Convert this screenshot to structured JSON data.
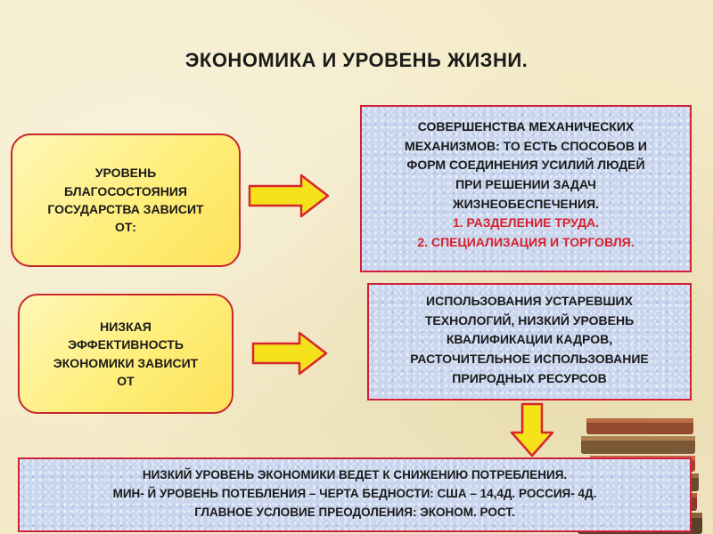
{
  "title": "ЭКОНОМИКА И  УРОВЕНЬ  ЖИЗНИ.",
  "left_top": {
    "lines": [
      "УРОВЕНЬ",
      "БЛАГОСОСТОЯНИЯ",
      "ГОСУДАРСТВА  ЗАВИСИТ",
      "ОТ:"
    ]
  },
  "left_bottom": {
    "lines": [
      "НИЗКАЯ",
      "ЭФФЕКТИВНОСТЬ",
      "ЭКОНОМИКИ ЗАВИСИТ",
      "ОТ"
    ]
  },
  "right_top": {
    "lines": [
      "СОВЕРШЕНСТВА  МЕХАНИЧЕСКИХ",
      "МЕХАНИЗМОВ: ТО ЕСТЬ   СПОСОБОВ И",
      "ФОРМ СОЕДИНЕНИЯ  УСИЛИЙ  ЛЮДЕЙ",
      "ПРИ РЕШЕНИИ ЗАДАЧ",
      "ЖИЗНЕОБЕСПЕЧЕНИЯ."
    ],
    "list": [
      "1.    РАЗДЕЛЕНИЕ ТРУДА.",
      "2.    СПЕЦИАЛИЗАЦИЯ  И  ТОРГОВЛЯ."
    ]
  },
  "right_bottom": {
    "lines": [
      "ИСПОЛЬЗОВАНИЯ  УСТАРЕВШИХ",
      "ТЕХНОЛОГИЙ,  НИЗКИЙ УРОВЕНЬ",
      "КВАЛИФИКАЦИИ  КАДРОВ,",
      "РАСТОЧИТЕЛЬНОЕ  ИСПОЛЬЗОВАНИЕ",
      "ПРИРОДНЫХ  РЕСУРСОВ"
    ]
  },
  "bottom": {
    "lines": [
      "НИЗКИЙ УРОВЕНЬ  ЭКОНОМИКИ  ВЕДЕТ К СНИЖЕНИЮ ПОТРЕБЛЕНИЯ.",
      "МИН- Й УРОВЕНЬ  ПОТЕБЛЕНИЯ  – ЧЕРТА  БЕДНОСТИ:  США – 14,4Д.  РОССИЯ- 4Д.",
      "ГЛАВНОЕ УСЛОВИЕ ПРЕОДОЛЕНИЯ:  ЭКОНОМ. РОСТ."
    ]
  },
  "colors": {
    "pill_border": "#c6282b",
    "pill_fill": "#ffee7a",
    "box_border": "#d0213a",
    "box_fill": "#c9d6ee",
    "arrow_fill": "#f5e21a",
    "arrow_stroke": "#d7262c",
    "list_text": "#d8202c"
  },
  "icons": [
    "arrow-right-icon",
    "arrow-right-icon",
    "arrow-down-icon",
    "books-icon"
  ]
}
